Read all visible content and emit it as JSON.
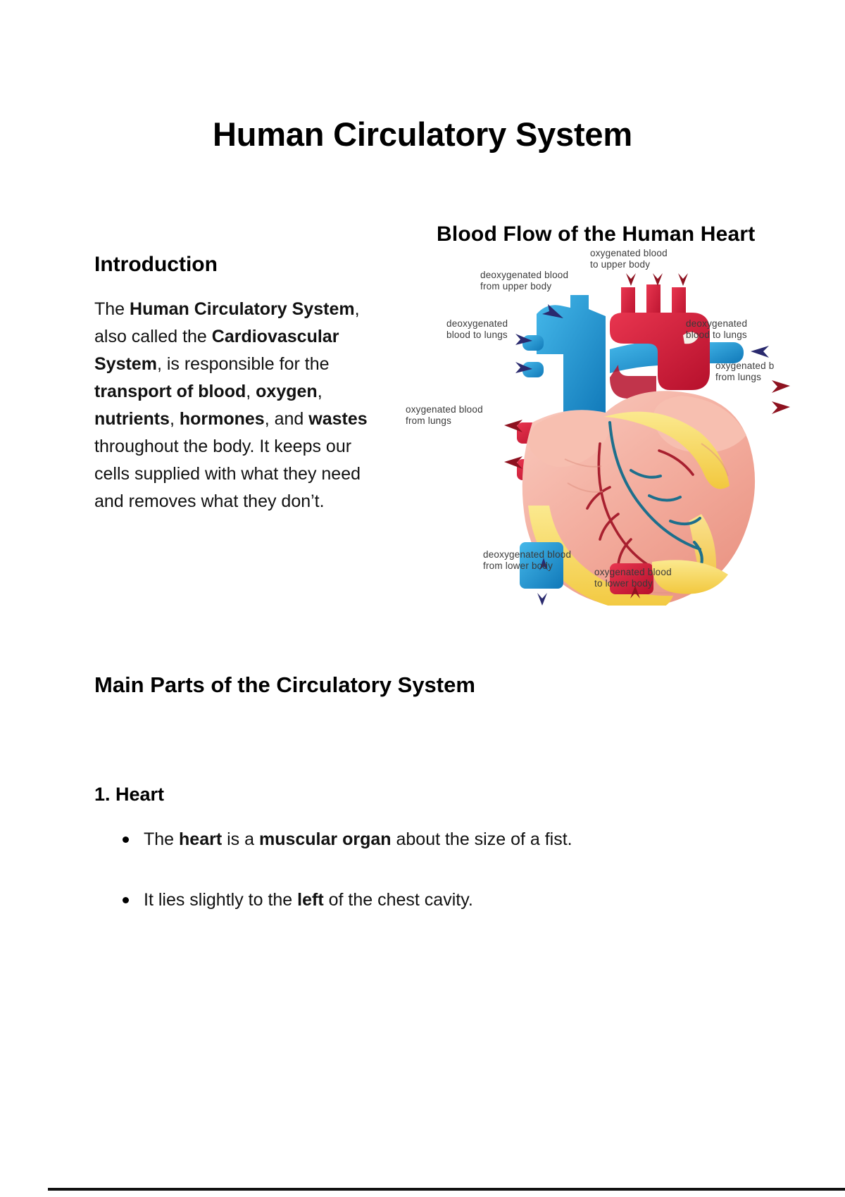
{
  "document": {
    "title": "Human Circulatory System"
  },
  "introduction": {
    "heading": "Introduction",
    "paragraph_runs": [
      {
        "text": "The ",
        "bold": false
      },
      {
        "text": "Human Circulatory System",
        "bold": true
      },
      {
        "text": ", also called the ",
        "bold": false
      },
      {
        "text": "Cardiovascular System",
        "bold": true
      },
      {
        "text": ", is responsible for the ",
        "bold": false
      },
      {
        "text": "transport of blood",
        "bold": true
      },
      {
        "text": ", ",
        "bold": false
      },
      {
        "text": "oxygen",
        "bold": true
      },
      {
        "text": ", ",
        "bold": false
      },
      {
        "text": "nutrients",
        "bold": true
      },
      {
        "text": ", ",
        "bold": false
      },
      {
        "text": "hormones",
        "bold": true
      },
      {
        "text": ", and ",
        "bold": false
      },
      {
        "text": "wastes",
        "bold": true
      },
      {
        "text": " throughout the body. It keeps our cells supplied with what they need and removes what they don’t.",
        "bold": false
      }
    ]
  },
  "figure": {
    "title": "Blood Flow of the Human Heart",
    "labels": [
      {
        "id": "oxygenated-to-upper-body",
        "lines": [
          "oxygenated blood",
          "to upper body"
        ]
      },
      {
        "id": "deoxygenated-from-upper-body",
        "lines": [
          "deoxygenated blood",
          "from upper body"
        ]
      },
      {
        "id": "deoxygenated-to-lungs-left",
        "lines": [
          "deoxygenated",
          "blood to lungs"
        ]
      },
      {
        "id": "deoxygenated-to-lungs-right",
        "lines": [
          "deoxygenated",
          "blood to lungs"
        ]
      },
      {
        "id": "oxygenated-from-lungs-right",
        "lines": [
          "oxygenated b",
          "from lungs"
        ]
      },
      {
        "id": "oxygenated-from-lungs-left",
        "lines": [
          "oxygenated blood",
          "from lungs"
        ]
      },
      {
        "id": "deoxygenated-from-lower-body",
        "lines": [
          "deoxygenated blood",
          "from lower body"
        ]
      },
      {
        "id": "oxygenated-to-lower-body",
        "lines": [
          "oxygenated blood",
          "to lower body"
        ]
      }
    ],
    "colors": {
      "artery_red": "#d5213b",
      "vein_blue": "#29a3dc",
      "myocardium_pink": "#f2a99a",
      "fat_yellow": "#f7d560",
      "arrow_navy": "#2a2a6e",
      "arrow_maroon": "#8e1220"
    }
  },
  "main_parts": {
    "heading": "Main Parts of the Circulatory System",
    "sections": [
      {
        "heading": "1. Heart",
        "bullets": [
          [
            {
              "text": "The ",
              "bold": false
            },
            {
              "text": "heart",
              "bold": true
            },
            {
              "text": " is a ",
              "bold": false
            },
            {
              "text": "muscular organ",
              "bold": true
            },
            {
              "text": " about the size of a fist.",
              "bold": false
            }
          ],
          [
            {
              "text": "It lies slightly to the ",
              "bold": false
            },
            {
              "text": "left",
              "bold": true
            },
            {
              "text": " of the chest cavity.",
              "bold": false
            }
          ]
        ]
      }
    ]
  }
}
